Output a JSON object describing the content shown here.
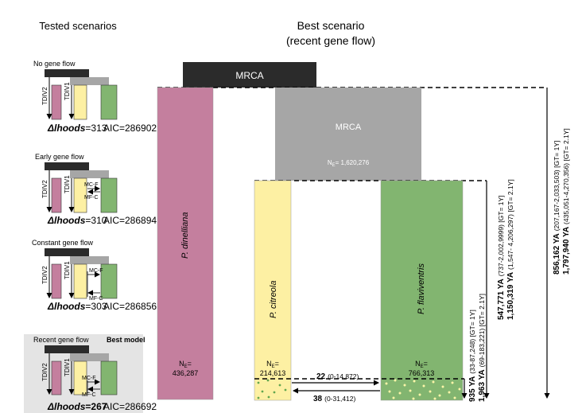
{
  "left_panel": {
    "title": "Tested scenarios",
    "scenarios": [
      {
        "title": "No gene flow",
        "lhoods_label": "Δlhoods",
        "lhoods_value": "=313",
        "aic": "AIC=286902",
        "tdiv1": "TDIV1",
        "tdiv2": "TDIV2",
        "arrows": []
      },
      {
        "title": "Early gene flow",
        "lhoods_label": "Δlhoods",
        "lhoods_value": "=310",
        "aic": "AIC=286894",
        "tdiv1": "TDIV1",
        "tdiv2": "TDIV2",
        "arrows": [
          "MC-F",
          "MF-C"
        ]
      },
      {
        "title": "Constant gene flow",
        "lhoods_label": "Δlhoods",
        "lhoods_value": "=303",
        "aic": "AIC=286856",
        "tdiv1": "TDIV1",
        "tdiv2": "TDIV2",
        "arrows": [
          "MC-F",
          "MF-C"
        ]
      },
      {
        "title": "Recent gene flow",
        "best_label": "Best model",
        "lhoods_label": "Δlhoods",
        "lhoods_value": "=267",
        "aic": "AIC=286692",
        "tdiv1": "TDIV1",
        "tdiv2": "TDIV2",
        "arrows": [
          "MC-F",
          "MF-C"
        ]
      }
    ]
  },
  "main": {
    "title_line1": "Best scenario",
    "title_line2": "(recent gene flow)",
    "mrca_top": "MRCA",
    "mrca_inner": "MRCA",
    "mrca_inner_ne_prefix": "N",
    "mrca_inner_ne_sub": "E",
    "mrca_inner_ne_value": "= 1,620,276",
    "species": [
      {
        "name": "P. dinelliana",
        "ne_prefix": "N",
        "ne_sub": "E",
        "ne_eq": "=",
        "ne_value": "436,287"
      },
      {
        "name": "P. citreola",
        "ne_prefix": "N",
        "ne_sub": "E",
        "ne_eq": "=",
        "ne_value": "214,613"
      },
      {
        "name": "P. flaviventris",
        "ne_prefix": "N",
        "ne_sub": "E",
        "ne_eq": "=",
        "ne_value": "766,313"
      }
    ],
    "migration": [
      {
        "value": "22",
        "range": "(0-14,872)"
      },
      {
        "value": "38",
        "range": "(0-31,412)"
      }
    ],
    "time_labels": [
      {
        "bold": "935 YA",
        "rest": "(33-87,248) [GT= 1Y]"
      },
      {
        "bold": "1,963 YA",
        "rest": "(69-183,221) [GT= 2.1Y]"
      },
      {
        "bold": "547,771 YA",
        "rest": "(737-2,002,9999) [GT= 1Y]"
      },
      {
        "bold": "1,150,319  YA",
        "rest": "(1,547- 4,206,297) [GT= 2.1Y]"
      },
      {
        "bold": "856,162 YA",
        "rest": "(207,167-2,033,503) [GT= 1Y]"
      },
      {
        "bold": "1,797,940 YA",
        "rest": "(435,051-4,270,356) [GT= 2.1Y]"
      }
    ]
  },
  "colors": {
    "dark_bar": "#2b2b2b",
    "gray_bar": "#a6a6a6",
    "pink": "#c47f9e",
    "yellow": "#fdf0a3",
    "green": "#82b570",
    "dots_yellow": "#fbf5a8",
    "dots_green": "#62a64f",
    "best_bg": "#e4e4e4"
  }
}
